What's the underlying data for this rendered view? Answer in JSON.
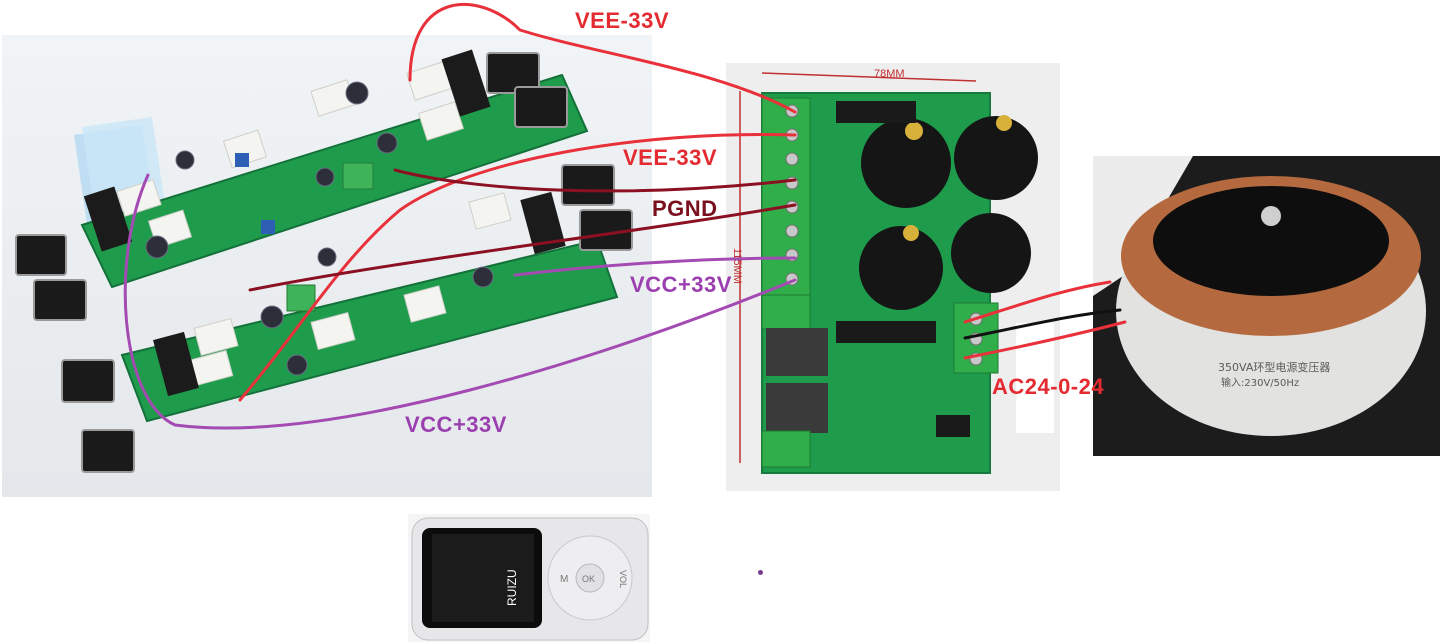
{
  "labels": {
    "vee_top": "VEE-33V",
    "vee_mid": "VEE-33V",
    "pgnd": "PGND",
    "vcc_right": "VCC+33V",
    "vcc_bottom": "VCC+33V",
    "ac": "AC24-0-24"
  },
  "board_text": {
    "width_dim": "78MM",
    "height_dim": "115MM",
    "transformer_rating": "350VA环型电源变压器",
    "transformer_input": "输入:230V/50Hz",
    "player_brand": "RUIZU",
    "player_ok": "OK",
    "player_m": "M",
    "player_vol": "VOL"
  },
  "colors": {
    "vee_wire": "#e8313a",
    "pgnd_wire": "#8b1022",
    "vcc_wire": "#a44bb3",
    "ac_wire_red": "#e8313a",
    "ac_wire_black": "#111111",
    "vee_text": "#e32b31",
    "pgnd_text": "#7a0f1e",
    "vcc_text": "#9b3fb0",
    "pcb_green": "#1e9c4c"
  }
}
